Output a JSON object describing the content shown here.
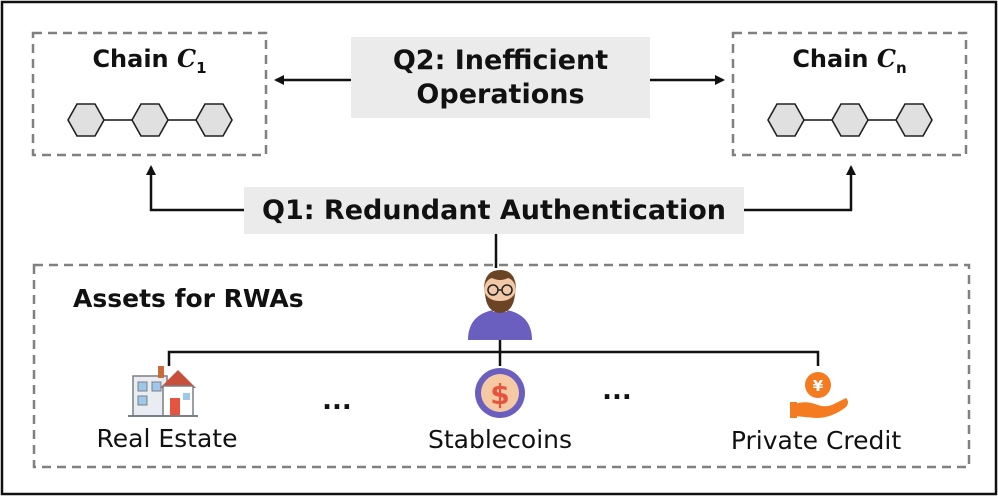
{
  "chain_left": {
    "label": "Chain ",
    "symbol": "C",
    "subscript": "1"
  },
  "chain_right": {
    "label": "Chain ",
    "symbol": "C",
    "subscript": "n"
  },
  "q2": {
    "line1": "Q2: Inefficient",
    "line2": "Operations"
  },
  "q1": {
    "label": "Q1: Redundant Authentication"
  },
  "assets_title": "Assets for RWAs",
  "assets": [
    {
      "label": "Real Estate",
      "icon": "house-icon"
    },
    {
      "label": "Stablecoins",
      "icon": "dollar-coin-icon"
    },
    {
      "label": "Private Credit",
      "icon": "yen-coin-hand-icon"
    }
  ],
  "ellipsis": "...",
  "colors": {
    "dashed": "#808080",
    "fill": "#ebebeb",
    "hexagon": "#e0e0e0",
    "accent_orange": "#f47b20",
    "accent_purple": "#6a5fbf"
  }
}
